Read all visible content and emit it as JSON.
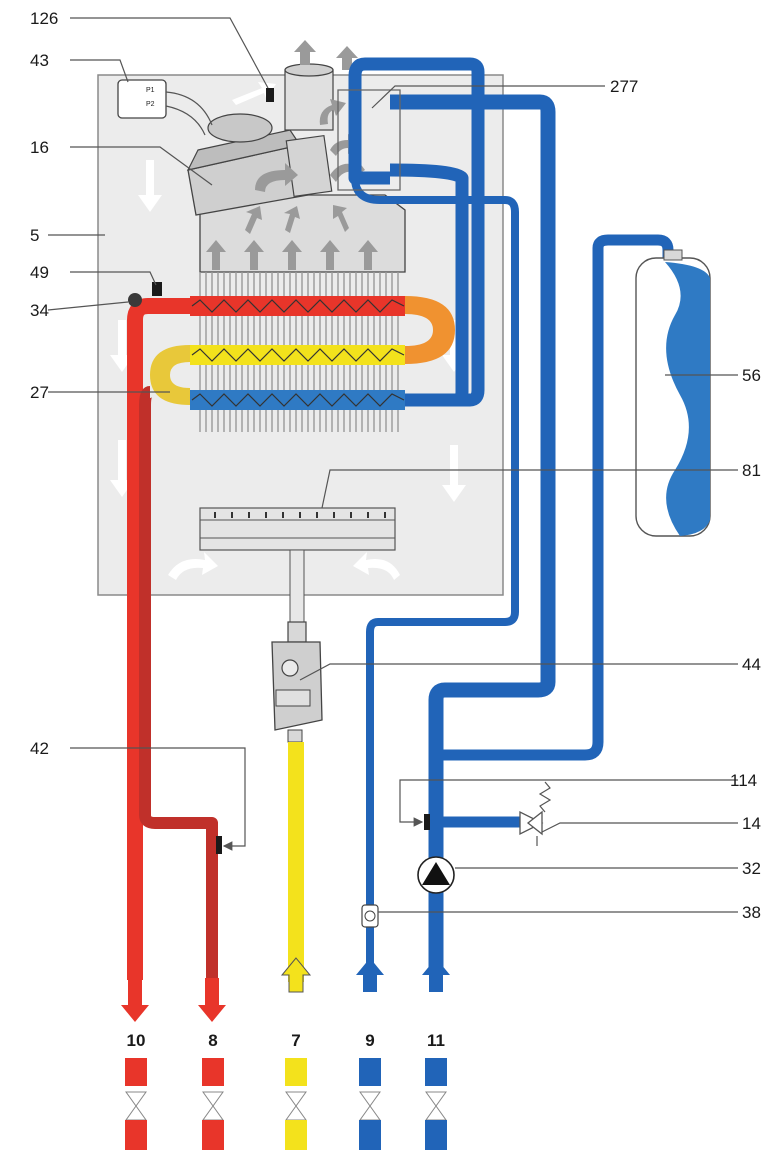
{
  "colors": {
    "hot": "#e8352a",
    "hot_dark": "#c0302a",
    "cold": "#2164b8",
    "gas": "#f3e21c",
    "panel": "#ececec",
    "airflow": "#ffffff",
    "flue": "#9a9a9a"
  },
  "components": [
    {
      "id": "126",
      "label": "126"
    },
    {
      "id": "43",
      "label": "43"
    },
    {
      "id": "16",
      "label": "16"
    },
    {
      "id": "5",
      "label": "5"
    },
    {
      "id": "49",
      "label": "49"
    },
    {
      "id": "34",
      "label": "34"
    },
    {
      "id": "27",
      "label": "27"
    },
    {
      "id": "277",
      "label": "277"
    },
    {
      "id": "56",
      "label": "56"
    },
    {
      "id": "81",
      "label": "81"
    },
    {
      "id": "44",
      "label": "44"
    },
    {
      "id": "42",
      "label": "42"
    },
    {
      "id": "114",
      "label": "114"
    },
    {
      "id": "14",
      "label": "14"
    },
    {
      "id": "32",
      "label": "32"
    },
    {
      "id": "38",
      "label": "38"
    }
  ],
  "connections": [
    {
      "id": "10",
      "label": "10",
      "flow": "out",
      "medium": "hot"
    },
    {
      "id": "8",
      "label": "8",
      "flow": "out",
      "medium": "hot"
    },
    {
      "id": "7",
      "label": "7",
      "flow": "in",
      "medium": "gas"
    },
    {
      "id": "9",
      "label": "9",
      "flow": "in",
      "medium": "cold"
    },
    {
      "id": "11",
      "label": "11",
      "flow": "in",
      "medium": "cold"
    }
  ],
  "pressure_switch": {
    "p1": "P1",
    "p2": "P2"
  }
}
